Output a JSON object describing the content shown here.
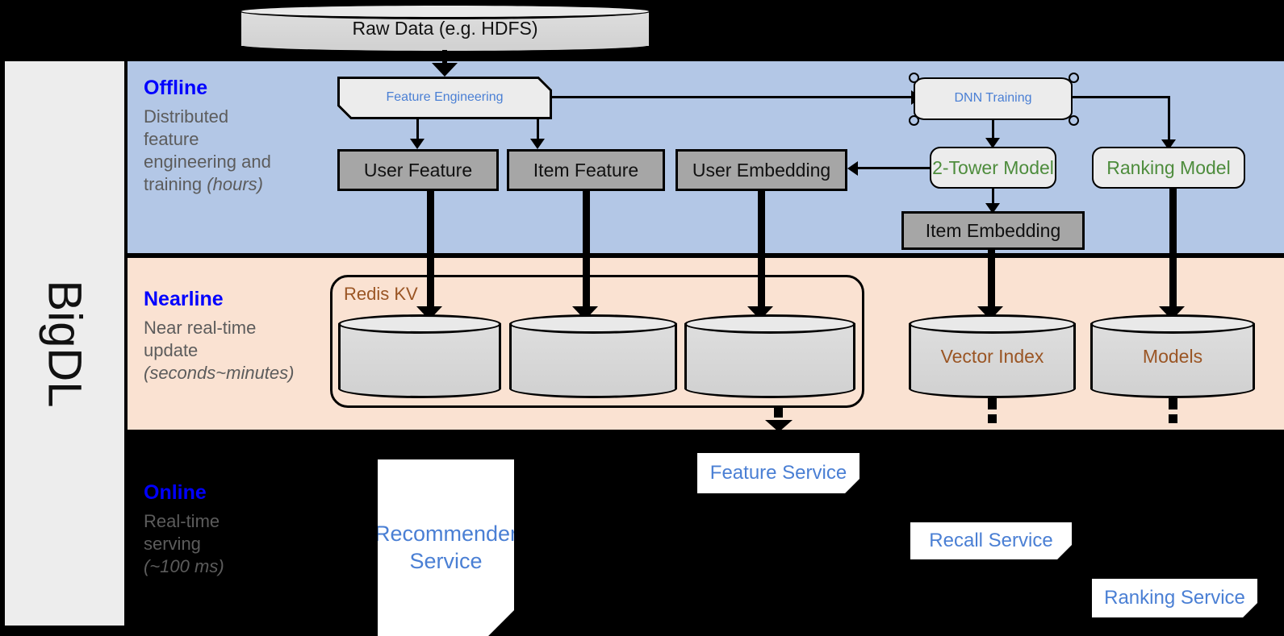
{
  "framework": {
    "name": "BigDL"
  },
  "source": {
    "raw_data_label": "Raw Data (e.g. HDFS)"
  },
  "bands": {
    "offline": {
      "title": "Offline",
      "description_line1": "Distributed",
      "description_line2": "feature",
      "description_line3": "engineering and",
      "description_line4_prefix": "training ",
      "description_line4_em": "(hours)",
      "bg_color": "#b3c7e6"
    },
    "nearline": {
      "title": "Nearline",
      "description_line1": "Near real-time",
      "description_line2": "update",
      "description_line3_em": "(seconds~minutes)",
      "bg_color": "#fae2d2"
    },
    "online": {
      "title": "Online",
      "description_line1": "Real-time",
      "description_line2": "serving",
      "description_line3_em": "(~100 ms)",
      "bg_color": "#000000"
    }
  },
  "offline_nodes": {
    "feature_engineering": "Feature Engineering",
    "dnn_training": "DNN Training",
    "user_feature": "User Feature",
    "item_feature": "Item Feature",
    "user_embedding": "User Embedding",
    "two_tower_model": "2-Tower Model",
    "ranking_model": "Ranking Model",
    "item_embedding": "Item Embedding"
  },
  "nearline_nodes": {
    "redis_kv": "Redis KV",
    "vector_index": "Vector Index",
    "models": "Models"
  },
  "online_nodes": {
    "recommender_service_line1": "Recommender",
    "recommender_service_line2": "Service",
    "feature_service": "Feature Service",
    "recall_service": "Recall Service",
    "ranking_service": "Ranking Service"
  },
  "colors": {
    "accent_blue": "#0000ff",
    "node_text_blue": "#4a7fd4",
    "node_text_green": "#4d8c3c",
    "storage_text_brown": "#9a5524",
    "desc_gray": "#5c5c5c",
    "gray_box": "#a6a6a6"
  },
  "diagram_flow": {
    "type": "architecture-diagram",
    "edges": [
      {
        "from": "Raw Data (e.g. HDFS)",
        "to": "Feature Engineering"
      },
      {
        "from": "Feature Engineering",
        "to": "DNN Training"
      },
      {
        "from": "Feature Engineering",
        "to": "User Feature"
      },
      {
        "from": "Feature Engineering",
        "to": "Item Feature"
      },
      {
        "from": "DNN Training",
        "to": "2-Tower Model"
      },
      {
        "from": "DNN Training",
        "to": "Ranking Model"
      },
      {
        "from": "2-Tower Model",
        "to": "User Embedding"
      },
      {
        "from": "2-Tower Model",
        "to": "Item Embedding"
      },
      {
        "from": "User Feature",
        "to": "Redis KV"
      },
      {
        "from": "Item Feature",
        "to": "Redis KV"
      },
      {
        "from": "User Embedding",
        "to": "Redis KV"
      },
      {
        "from": "Item Embedding",
        "to": "Vector Index"
      },
      {
        "from": "Ranking Model",
        "to": "Models"
      },
      {
        "from": "Redis KV",
        "to": "Feature Service"
      },
      {
        "from": "Vector Index",
        "to": "Recall Service"
      },
      {
        "from": "Models",
        "to": "Ranking Service"
      }
    ]
  }
}
